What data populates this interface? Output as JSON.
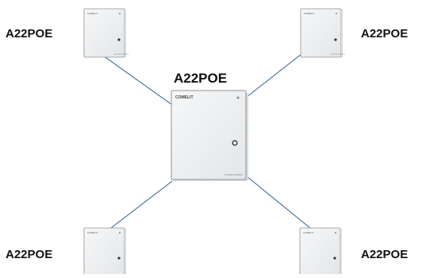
{
  "diagram": {
    "center": {
      "label": "A22POE",
      "brand": "COMELIT",
      "footer": "ACCESS CONTROL"
    },
    "top_left": {
      "label": "A22POE",
      "brand": "COMELIT",
      "footer": "ACCESS CONTROL"
    },
    "top_right": {
      "label": "A22POE",
      "brand": "COMELIT",
      "footer": "ACCESS CONTROL"
    },
    "bottom_left": {
      "label": "A22POE",
      "brand": "COMELIT"
    },
    "bottom_right": {
      "label": "A22POE",
      "brand": "COMELIT"
    }
  },
  "colors": {
    "connector": "#2a5d9a",
    "enclosure_face": "#eef0f1",
    "enclosure_edge": "#8f9396",
    "enclosure_side": "#d9dcde"
  }
}
